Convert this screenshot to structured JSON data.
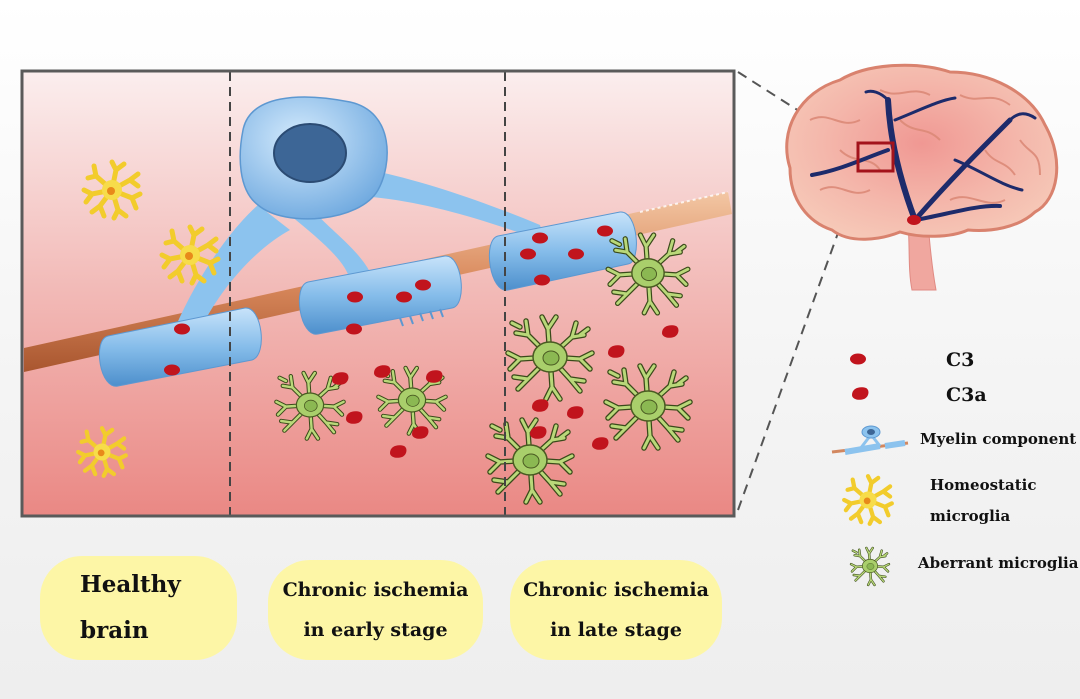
{
  "stages": [
    {
      "line1": "Healthy",
      "line2": "brain"
    },
    {
      "line1": "Chronic ischemia",
      "line2": "in early stage"
    },
    {
      "line1": "Chronic ischemia",
      "line2": "in late stage"
    }
  ],
  "legend": {
    "c3": "C3",
    "c3a": "C3a",
    "myelin": "Myelin component",
    "homeostatic_line1": "Homeostatic",
    "homeostatic_line2": "microglia",
    "aberrant": "Aberrant microglia"
  },
  "colors": {
    "panel_top": "#f9e9e8",
    "panel_bottom": "#ea8c88",
    "myelin_blue": "#8cc3ee",
    "axon": "#d2875f",
    "complement_red": "#c1141d",
    "homeostatic_yellow": "#f6d83a",
    "aberrant_green": "#a9cf6b",
    "label_yellow": "#fdf6a6",
    "brain_pink": "#f2b5a8",
    "vessel_navy": "#1d2b6b"
  }
}
